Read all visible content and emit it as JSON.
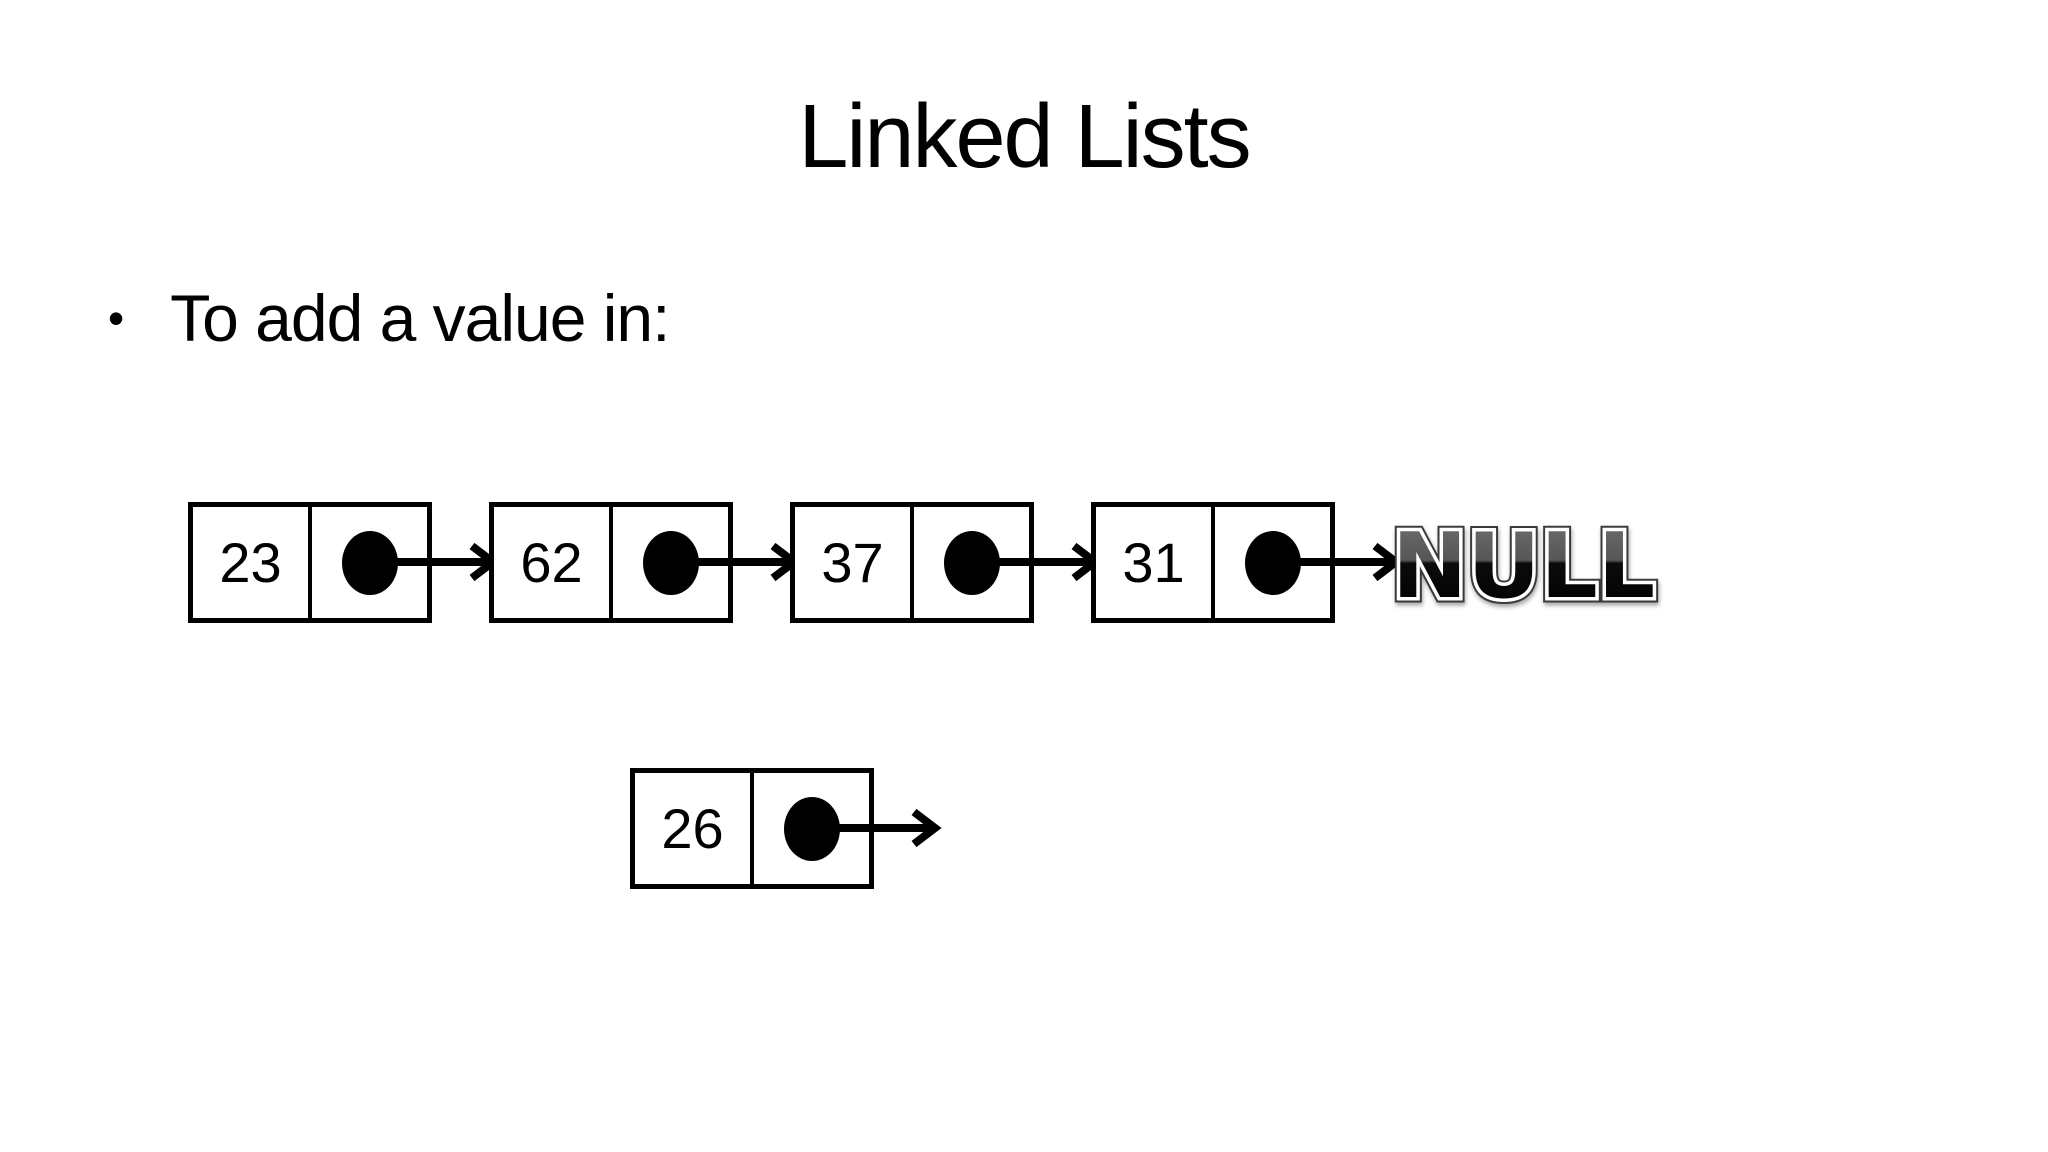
{
  "slide": {
    "title": "Linked Lists",
    "bullet_text": "To add a value in:",
    "background_color": "#ffffff",
    "text_color": "#000000"
  },
  "linked_list": {
    "nodes": [
      {
        "value": "23"
      },
      {
        "value": "62"
      },
      {
        "value": "37"
      },
      {
        "value": "31"
      }
    ],
    "terminator": "NULL",
    "null_style": {
      "gradient_top": "#707070",
      "gradient_mid_top": "#565656",
      "gradient_mid_bottom": "#0b0b0b",
      "gradient_bottom": "#000000",
      "inner_outline": "#ffffff",
      "outer_outline": "#3a3a3a"
    }
  },
  "new_node": {
    "value": "26"
  },
  "icons": {
    "bullet": "•",
    "pointer_dot": "filled-ellipse",
    "next_arrow": "right-arrow-chevron"
  }
}
